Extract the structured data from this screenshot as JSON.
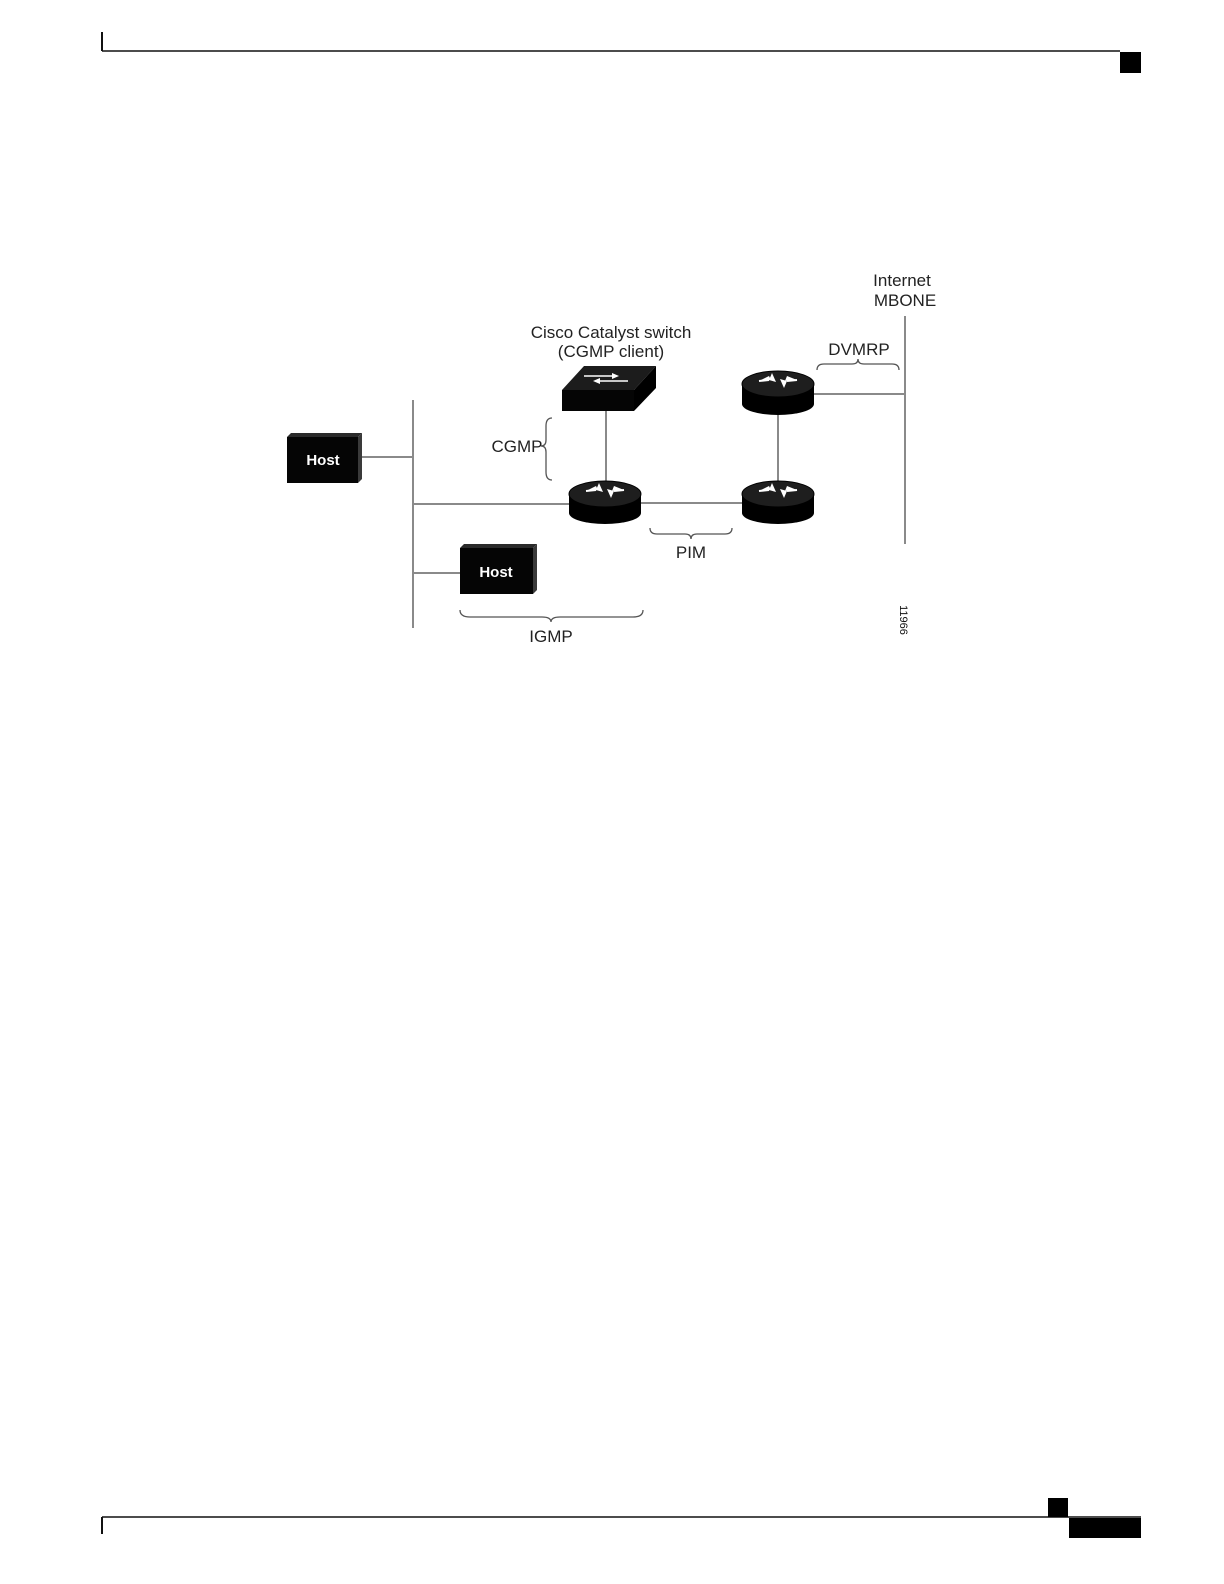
{
  "figure": {
    "labels": {
      "internet": "Internet",
      "mbone": "MBONE",
      "switch_name": "Cisco Catalyst switch",
      "switch_role": "(CGMP client)",
      "dvmrp": "DVMRP",
      "cgmp": "CGMP",
      "pim": "PIM",
      "igmp": "IGMP",
      "host_1": "Host",
      "host_2": "Host",
      "figure_id": "11966"
    },
    "icons": [
      "host-icon",
      "catalyst-switch-icon",
      "router-icon"
    ]
  },
  "colors": {
    "device_fill": "#0a0a0a",
    "link_gray": "#8a8a8a",
    "page_background": "#ffffff"
  }
}
